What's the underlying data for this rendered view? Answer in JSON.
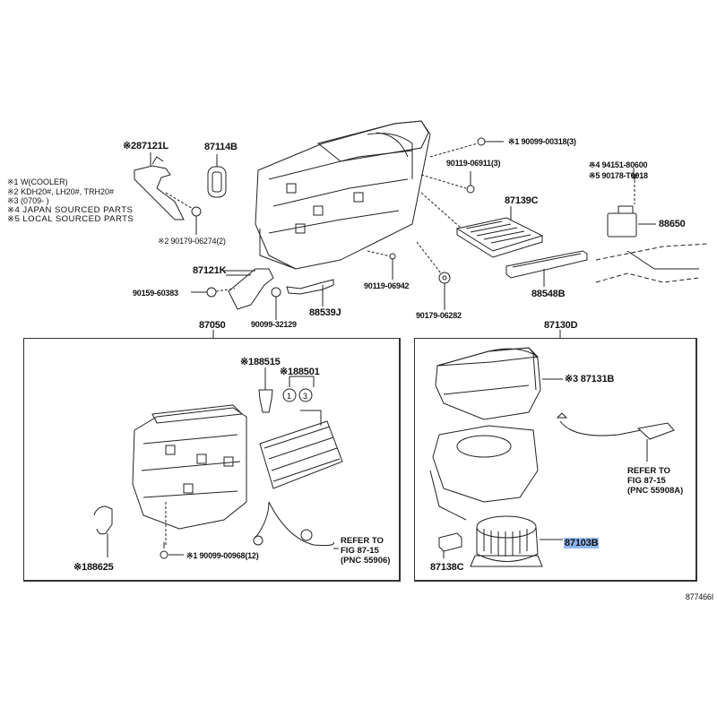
{
  "diagram": {
    "illustration_code": "877466I",
    "legend": [
      {
        "mark": "※1",
        "text": "W(COOLER)"
      },
      {
        "mark": "※2",
        "text": "KDH20#, LH20#, TRH20#"
      },
      {
        "mark": "※3",
        "text": "(0709-        )"
      },
      {
        "mark": "※4",
        "text": "JAPAN SOURCED PARTS"
      },
      {
        "mark": "※5",
        "text": "LOCAL SOURCED PARTS"
      }
    ],
    "top_parts": {
      "p87121L": {
        "mark": "※2",
        "number": "87121L"
      },
      "p87114B": {
        "number": "87114B"
      },
      "p90179_06274": {
        "mark": "※2",
        "number": "90179-06274(2)"
      },
      "p90099_00318": {
        "mark": "※1",
        "number": "90099-00318(3)"
      },
      "p90119_06911": {
        "number": "90119-06911(3)"
      },
      "p94151_80600": {
        "mark": "※4",
        "number": "94151-80600"
      },
      "p90178_T0018": {
        "mark": "※5",
        "number": "90178-T0018"
      },
      "p87139C": {
        "number": "87139C"
      },
      "p88650": {
        "number": "88650"
      },
      "p87121K": {
        "number": "87121K"
      },
      "p90159_60383": {
        "number": "90159-60383"
      },
      "p90119_06942": {
        "number": "90119-06942"
      },
      "p90099_32129": {
        "number": "90099-32129"
      },
      "p88539J": {
        "number": "88539J"
      },
      "p90179_06282": {
        "number": "90179-06282"
      },
      "p88548B": {
        "number": "88548B"
      }
    },
    "left_assembly": {
      "number": "87050",
      "parts": {
        "p88515": {
          "mark": "※1",
          "number": "88515"
        },
        "p88501": {
          "mark": "※1",
          "number": "88501"
        },
        "circle1": "1",
        "circle3": "3",
        "p88625": {
          "mark": "※1",
          "number": "88625"
        },
        "p90099_00968": {
          "mark": "※1",
          "number": "90099-00968(12)"
        }
      },
      "refer": [
        "REFER TO",
        "FIG 87-15",
        "(PNC 55906)"
      ]
    },
    "right_assembly": {
      "number": "87130D",
      "parts": {
        "p87131B": {
          "mark": "※3",
          "number": "87131B"
        },
        "p87138C": {
          "number": "87138C"
        },
        "p87103B": {
          "number": "87103B",
          "highlighted": true
        }
      },
      "refer": [
        "REFER TO",
        "FIG 87-15",
        "(PNC 55908A)"
      ]
    },
    "highlight_color": "#8fb8f0"
  }
}
